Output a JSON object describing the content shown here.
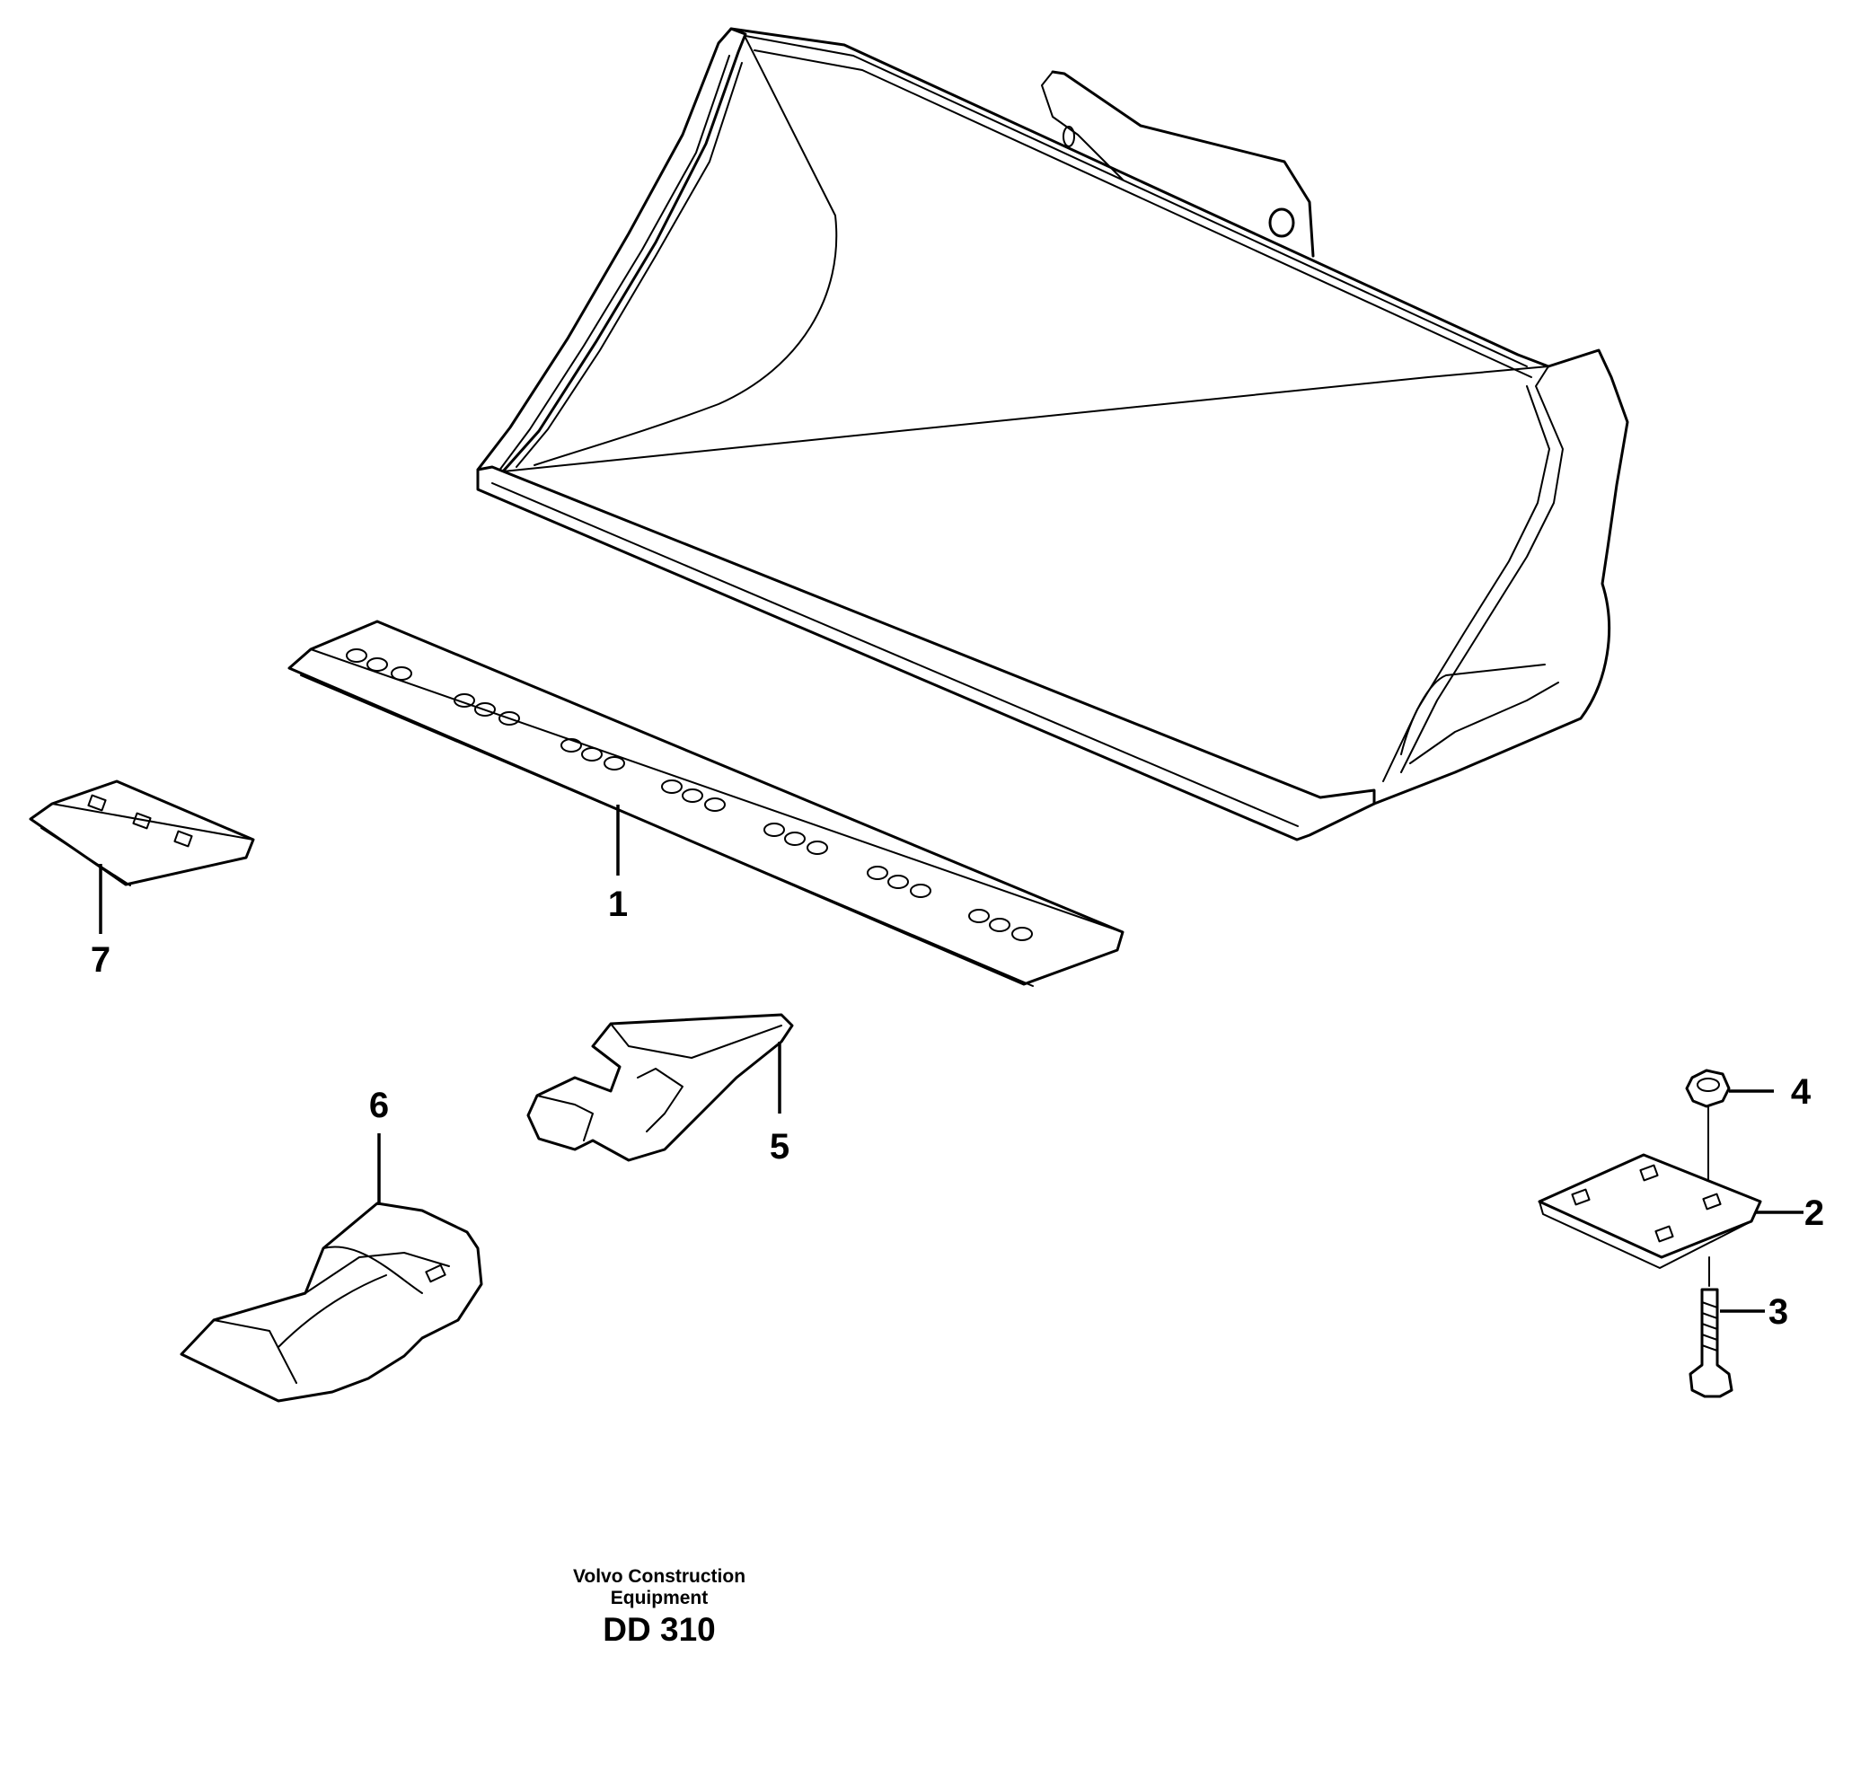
{
  "callouts": {
    "c1": "1",
    "c2": "2",
    "c3": "3",
    "c4": "4",
    "c5": "5",
    "c6": "6",
    "c7": "7"
  },
  "caption": {
    "company_line1": "Volvo Construction",
    "company_line2": "Equipment",
    "code": "DD 310"
  }
}
